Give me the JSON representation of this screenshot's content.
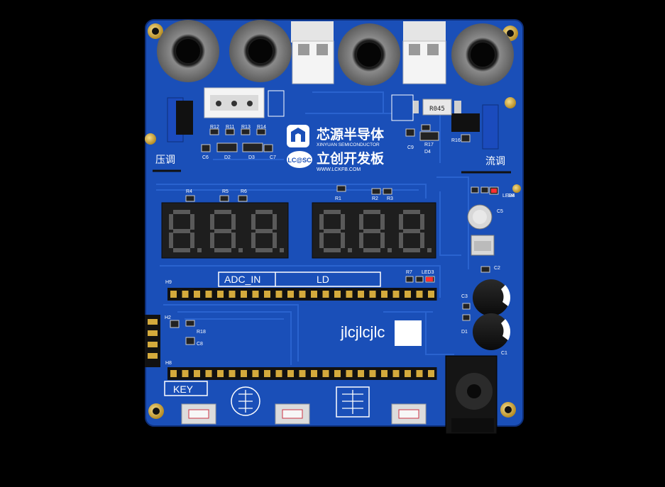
{
  "board": {
    "brand_cn": "芯源半导体",
    "brand_en": "XINYUAN SEMICONDUCTOR",
    "product_cn": "立创开发板",
    "product_url": "WWW.LCKFB.COM",
    "lcsc_logo": "LC@SC",
    "label_voltage": "压调",
    "label_current": "流调",
    "label_adc": "ADC_IN",
    "label_ld": "LD",
    "label_key": "KEY",
    "jlc_text": "jlcjlcjlc",
    "r045": "R045"
  },
  "designators": {
    "r12": "R12",
    "r11": "R11",
    "r13": "R13",
    "r14": "R14",
    "c6": "C6",
    "d2": "D2",
    "d3": "D3",
    "c7": "C7",
    "c9": "C9",
    "r17": "R17",
    "d4": "D4",
    "r16": "R16",
    "r4": "R4",
    "r5": "R5",
    "r6": "R6",
    "r1": "R1",
    "r2": "R2",
    "r3": "R3",
    "r7": "R7",
    "led3": "LED3",
    "led4": "LED4",
    "r8": "R8",
    "h9": "H9",
    "h8": "H8",
    "h2": "H2",
    "r18": "R18",
    "c8": "C8",
    "c2": "C2",
    "c3": "C3",
    "c1": "C1",
    "d1": "D1",
    "c5": "C5"
  },
  "displays": {
    "left": [
      "8.",
      "8.",
      "8."
    ],
    "right": [
      "8.",
      "8.",
      "8."
    ]
  },
  "colors": {
    "pcb": "#1a4fb8",
    "pcb_dark": "#12388a",
    "silkscreen": "#ffffff",
    "gold": "#d4aa3c",
    "segment_off": "#5a5a5a",
    "display_body": "#1e1e1e"
  },
  "icons": {
    "xinyuan_logo": "xinyuan-logo-icon",
    "lcsc_logo": "lcsc-logo-icon",
    "stamp_left": "seal-stamp-icon",
    "stamp_center": "seal-stamp-icon"
  }
}
